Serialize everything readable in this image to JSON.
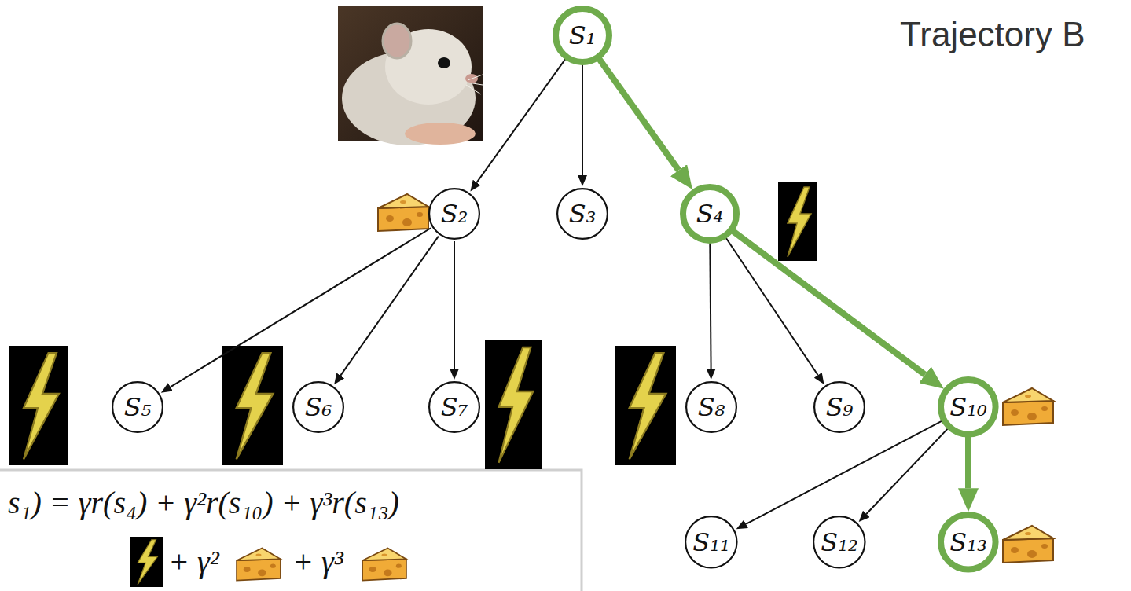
{
  "diagram": {
    "nodes": [
      {
        "text": [
          "S₁"
        ]
      },
      {
        "text": [
          "S₂"
        ]
      },
      {
        "text": [
          "S₃"
        ]
      },
      {
        "text": [
          "S₄"
        ]
      },
      {
        "text": [
          "S₅"
        ]
      },
      {
        "text": [
          "S₆"
        ]
      },
      {
        "text": [
          "S₇"
        ]
      },
      {
        "text": [
          "S₈"
        ]
      },
      {
        "text": [
          "S₉"
        ]
      },
      {
        "text": [
          "S₁₀"
        ]
      },
      {
        "text": [
          "S₁₁"
        ]
      },
      {
        "text": [
          "S₁₂"
        ]
      },
      {
        "text": [
          "S₁₃"
        ]
      }
    ],
    "edges": [
      {
        "from": 0,
        "to": 1,
        "arrow": "to"
      },
      {
        "from": 0,
        "to": 2,
        "arrow": "to"
      },
      {
        "from": 0,
        "to": 3,
        "arrow": "to"
      },
      {
        "from": 1,
        "to": 4,
        "arrow": "to"
      },
      {
        "from": 1,
        "to": 5,
        "arrow": "to"
      },
      {
        "from": 1,
        "to": 6,
        "arrow": "to"
      },
      {
        "from": 3,
        "to": 7,
        "arrow": "to"
      },
      {
        "from": 3,
        "to": 8,
        "arrow": "to"
      },
      {
        "from": 3,
        "to": 9,
        "arrow": "to"
      },
      {
        "from": 9,
        "to": 10,
        "arrow": "to"
      },
      {
        "from": 9,
        "to": 11,
        "arrow": "to"
      },
      {
        "from": 9,
        "to": 12,
        "arrow": "to"
      }
    ],
    "labels": [
      "Trajectory B",
      "s₁) = γr(s₄) + γ²r(s₁₀) + γ³r(s₁₃)",
      "+ γ²",
      "+ γ³"
    ]
  }
}
